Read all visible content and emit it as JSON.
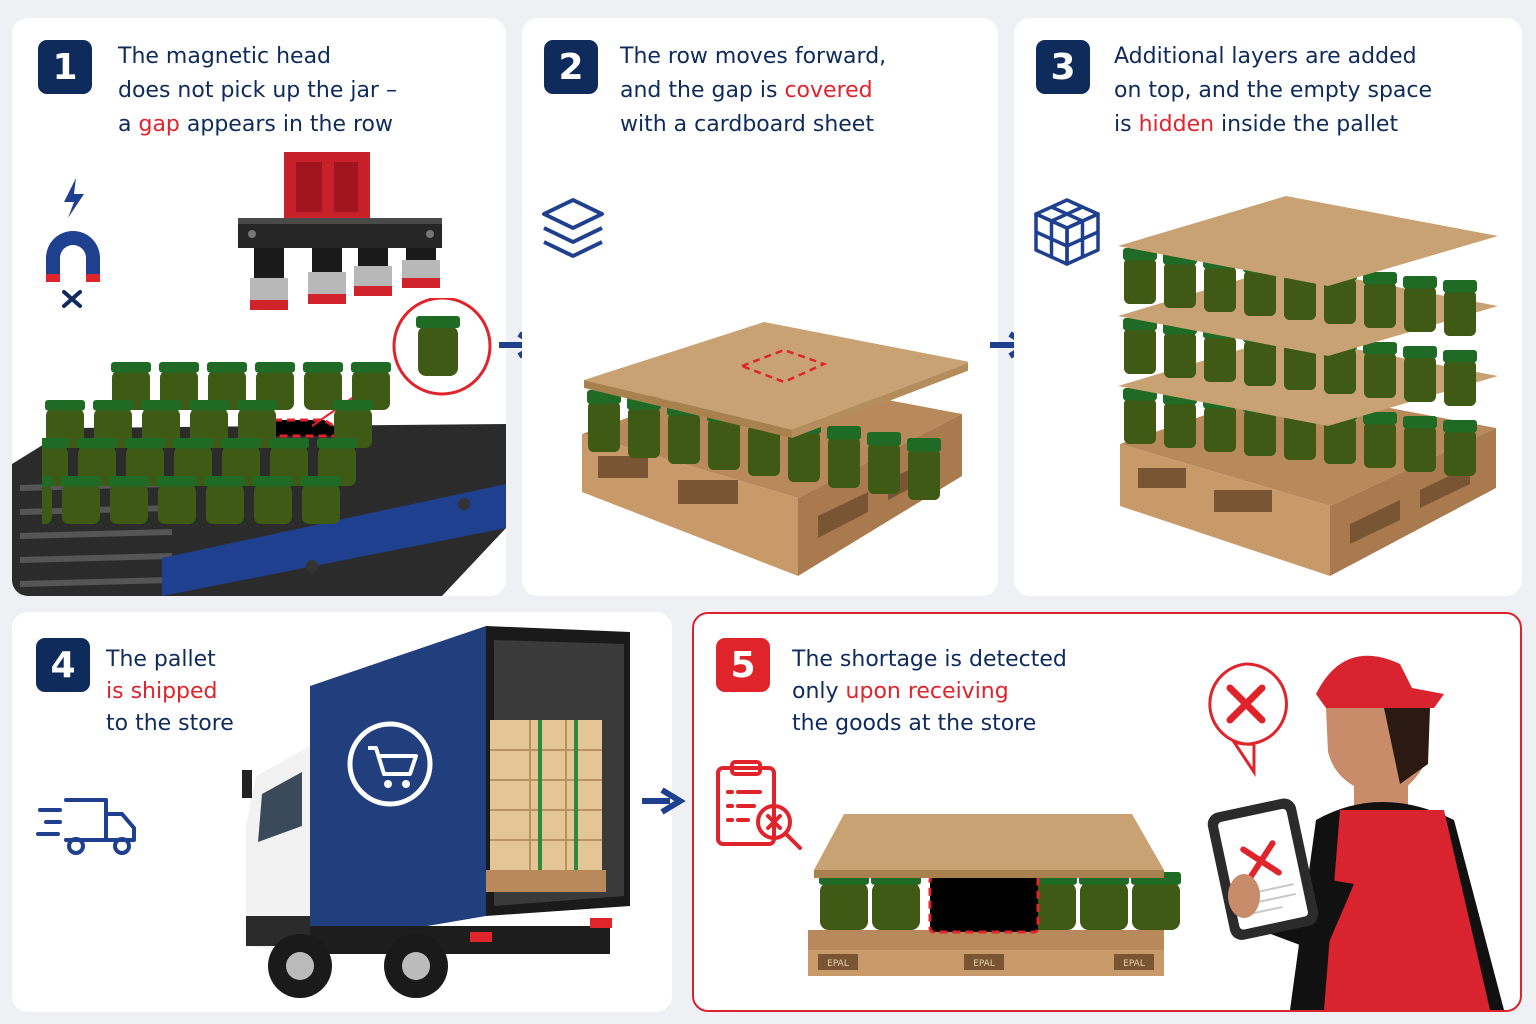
{
  "steps": [
    {
      "number": "1",
      "lines": [
        {
          "pre": "The magnetic head",
          "hl": "",
          "post": ""
        },
        {
          "pre": "does not pick up the jar –",
          "hl": "",
          "post": ""
        },
        {
          "pre": "a ",
          "hl": "gap",
          "post": " appears in the row"
        }
      ]
    },
    {
      "number": "2",
      "lines": [
        {
          "pre": "The row moves forward,",
          "hl": "",
          "post": ""
        },
        {
          "pre": "and the gap is ",
          "hl": "covered",
          "post": ""
        },
        {
          "pre": "with a cardboard sheet",
          "hl": "",
          "post": ""
        }
      ]
    },
    {
      "number": "3",
      "lines": [
        {
          "pre": "Additional layers are added",
          "hl": "",
          "post": ""
        },
        {
          "pre": "on top, and the empty space",
          "hl": "",
          "post": ""
        },
        {
          "pre": "is ",
          "hl": "hidden",
          "post": " inside the pallet"
        }
      ]
    },
    {
      "number": "4",
      "lines": [
        {
          "pre": "The pallet",
          "hl": "",
          "post": ""
        },
        {
          "pre": "",
          "hl": "is shipped",
          "post": ""
        },
        {
          "pre": "to the store",
          "hl": "",
          "post": ""
        }
      ]
    },
    {
      "number": "5",
      "lines": [
        {
          "pre": "The shortage is detected",
          "hl": "",
          "post": ""
        },
        {
          "pre": "only ",
          "hl": "upon receiving",
          "post": ""
        },
        {
          "pre": "the goods at the store",
          "hl": "",
          "post": ""
        }
      ]
    }
  ],
  "pallet_marking": "EPAL",
  "colors": {
    "navy": "#0f2b5b",
    "accent_red": "#e0242c",
    "cardboard": "#c9a273",
    "pallet_wood": "#c89a6a",
    "jar_glass": "#3f5a14",
    "jar_lid": "#1f6b25",
    "conveyor_blue": "#1f3f8f",
    "truck_blue": "#213f7c"
  },
  "icons": [
    "magnet-off-icon",
    "layers-icon",
    "cube-grid-icon",
    "delivery-truck-icon",
    "clipboard-search-icon",
    "cross-mark-icon"
  ]
}
